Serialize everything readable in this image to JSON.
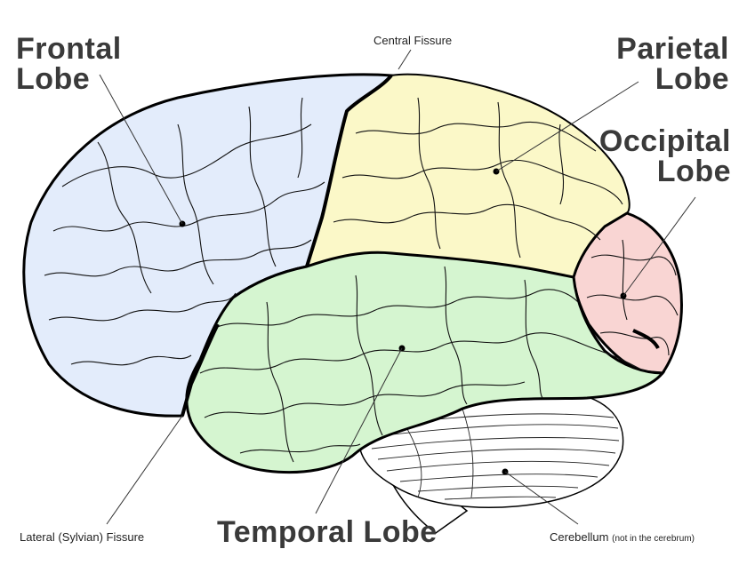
{
  "labels": {
    "frontal": {
      "line1": "Frontal",
      "line2": "Lobe"
    },
    "parietal": {
      "line1": "Parietal",
      "line2": "Lobe"
    },
    "occipital": {
      "line1": "Occipital",
      "line2": "Lobe"
    },
    "temporal": "Temporal Lobe",
    "central_fissure": "Central Fissure",
    "lateral_fissure": "Lateral (Sylvian) Fissure",
    "cerebellum": "Cerebellum",
    "cerebellum_note": "(not in the cerebrum)"
  },
  "colors": {
    "frontal": "#e3ecfb",
    "parietal": "#fbf8c8",
    "occipital": "#f9d5d3",
    "temporal": "#d5f5d0",
    "cerebellum": "#ffffff",
    "outline": "#000000"
  }
}
